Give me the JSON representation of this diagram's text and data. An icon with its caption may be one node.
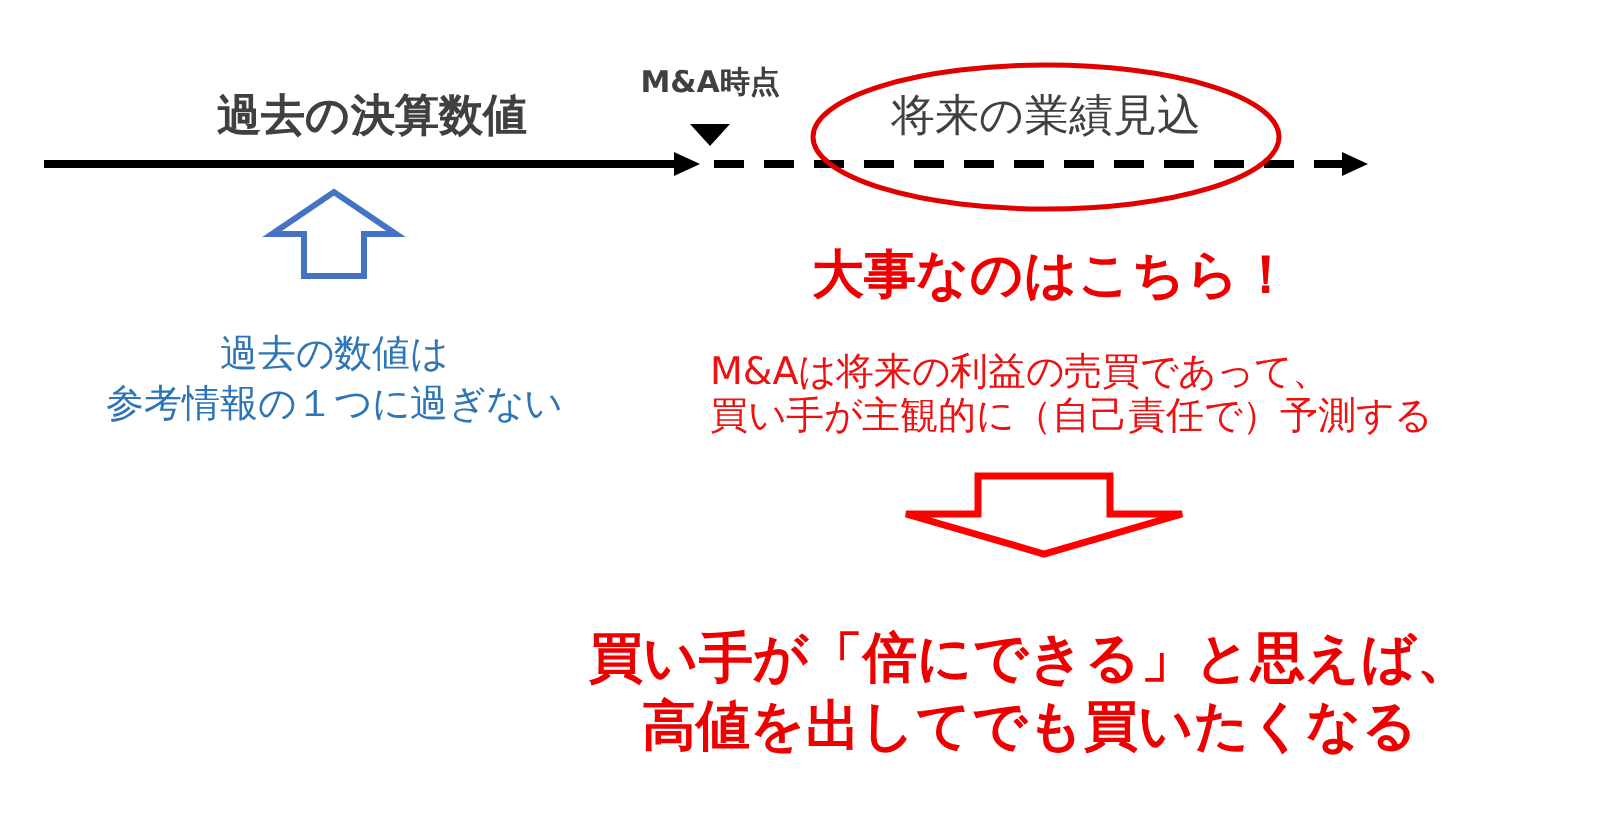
{
  "diagram": {
    "nodes": [
      {
        "text": [
          "過去の決算数値"
        ]
      },
      {
        "text": [
          "将来の業績見込"
        ]
      },
      {
        "text": [
          "過去の数値は参考情報の１つに過ぎない"
        ]
      },
      {
        "text": [
          "M&Aは将来の利益の売買であって、買い手が主観的に（自己責任で）予測する"
        ]
      },
      {
        "text": [
          "買い手が「倍にできる」と思えば、高値を出してでも買いたくなる"
        ]
      }
    ],
    "edges": [
      {
        "from": 2,
        "to": 0,
        "arrow": "to",
        "color": "#4472c4"
      },
      {
        "from": 3,
        "to": 4,
        "arrow": "to",
        "color": "#ff0000"
      }
    ],
    "labels": [
      "M&A時点",
      "大事なのはこちら！"
    ]
  }
}
